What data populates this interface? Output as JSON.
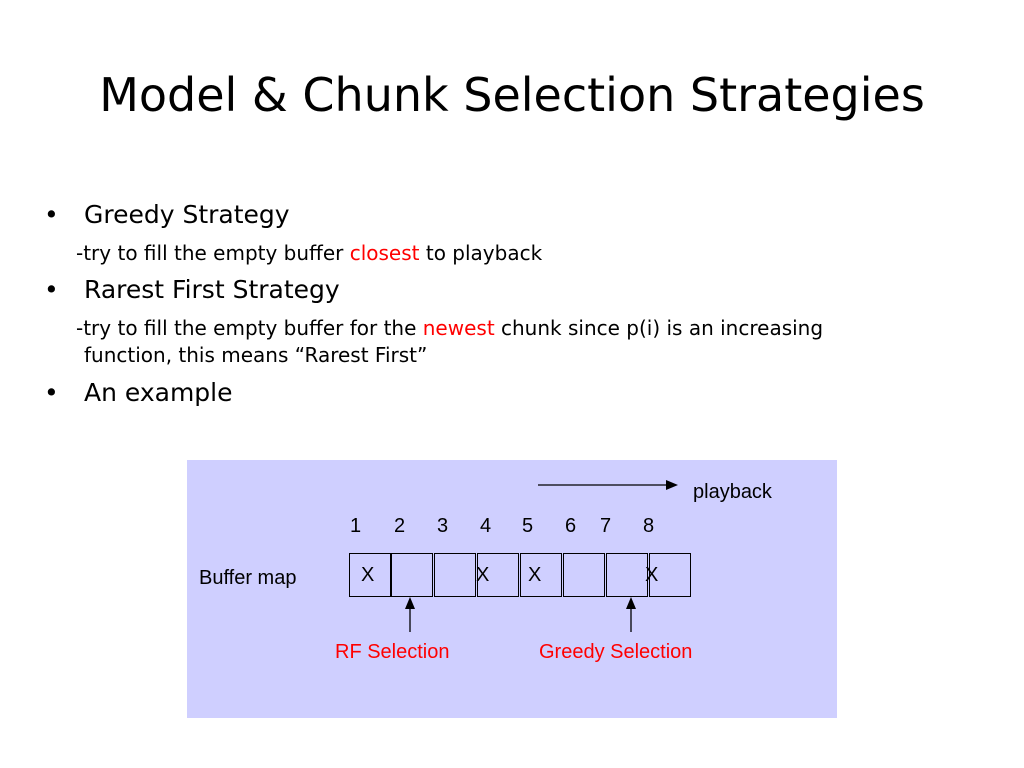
{
  "slide": {
    "title": "Model & Chunk Selection Strategies",
    "bullet_glyph": "•",
    "bullets": [
      {
        "label": "Greedy Strategy",
        "detail_pre": "-try to fill the empty buffer ",
        "detail_highlight": "closest",
        "detail_post": " to playback"
      },
      {
        "label": "Rarest First Strategy",
        "detail_pre": "-try to fill the empty buffer for the ",
        "detail_highlight": "newest",
        "detail_post": " chunk since p(i) is an   increasing",
        "detail_line2": "function, this means “Rarest First”"
      },
      {
        "label": "An example"
      }
    ]
  },
  "figure": {
    "playback_label": "playback",
    "buffer_label": "Buffer map",
    "slot_numbers": [
      "1",
      "2",
      "3",
      "4",
      "5",
      "6",
      "7",
      "8"
    ],
    "slot_filled": [
      true,
      false,
      false,
      true,
      true,
      false,
      false,
      true
    ],
    "filled_mark": "X",
    "rf_label": "RF Selection",
    "greedy_label": "Greedy Selection",
    "colors": {
      "background": "#cfcfff",
      "highlight": "#ff0000"
    }
  }
}
